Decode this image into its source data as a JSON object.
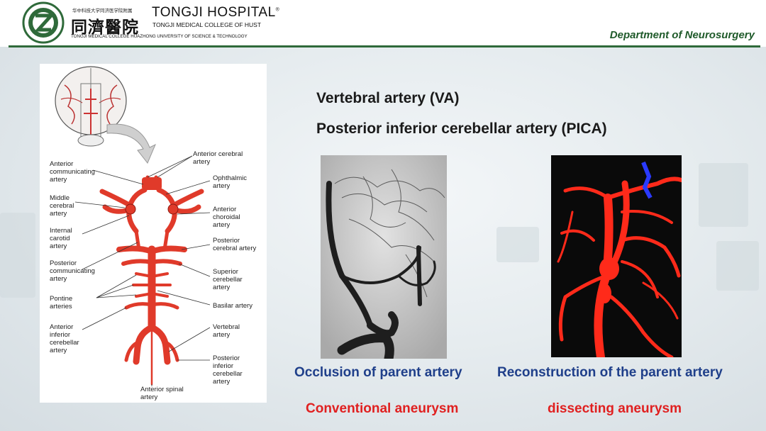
{
  "header": {
    "cn_small": "华中科技大学同济医学院附属",
    "cn_name": "同濟醫院",
    "en_name": "TONGJI HOSPITAL",
    "en_sub": "TONGJI MEDICAL COLLEGE OF HUST",
    "en_sub2": "TONGJI MEDICAL COLLEGE HUAZHONG UNIVERSITY OF SCIENCE & TECHNOLOGY",
    "department": "Department of Neurosurgery"
  },
  "anatomy": {
    "labels": {
      "anterior_cerebral": "Anterior cerebral artery",
      "anterior_communicating": "Anterior communicating artery",
      "ophthalmic": "Ophthalmic artery",
      "middle_cerebral": "Middle cerebral artery",
      "anterior_choroidal": "Anterior choroidal artery",
      "internal_carotid": "Internal carotid artery",
      "posterior_cerebral": "Posterior cerebral artery",
      "posterior_communicating": "Posterior communicating artery",
      "superior_cerebellar": "Superior cerebellar artery",
      "pontine": "Pontine arteries",
      "basilar": "Basilar artery",
      "anterior_inferior_cerebellar": "Anterior inferior cerebellar artery",
      "vertebral": "Vertebral artery",
      "posterior_inferior_cerebellar": "Posterior inferior cerebellar artery",
      "anterior_spinal": "Anterior spinal artery"
    }
  },
  "slide": {
    "title1": "Vertebral artery (VA)",
    "title2": "Posterior inferior cerebellar artery (PICA)",
    "left_caption_blue": "Occlusion of parent artery",
    "left_caption_red": "Conventional aneurysm",
    "right_caption_blue": "Reconstruction of the parent artery",
    "right_caption_red": "dissecting aneurysm"
  },
  "colors": {
    "header_green": "#1f5a2a",
    "artery_red": "#e03a2a",
    "caption_blue": "#1f3f8a",
    "caption_red": "#e02020"
  }
}
